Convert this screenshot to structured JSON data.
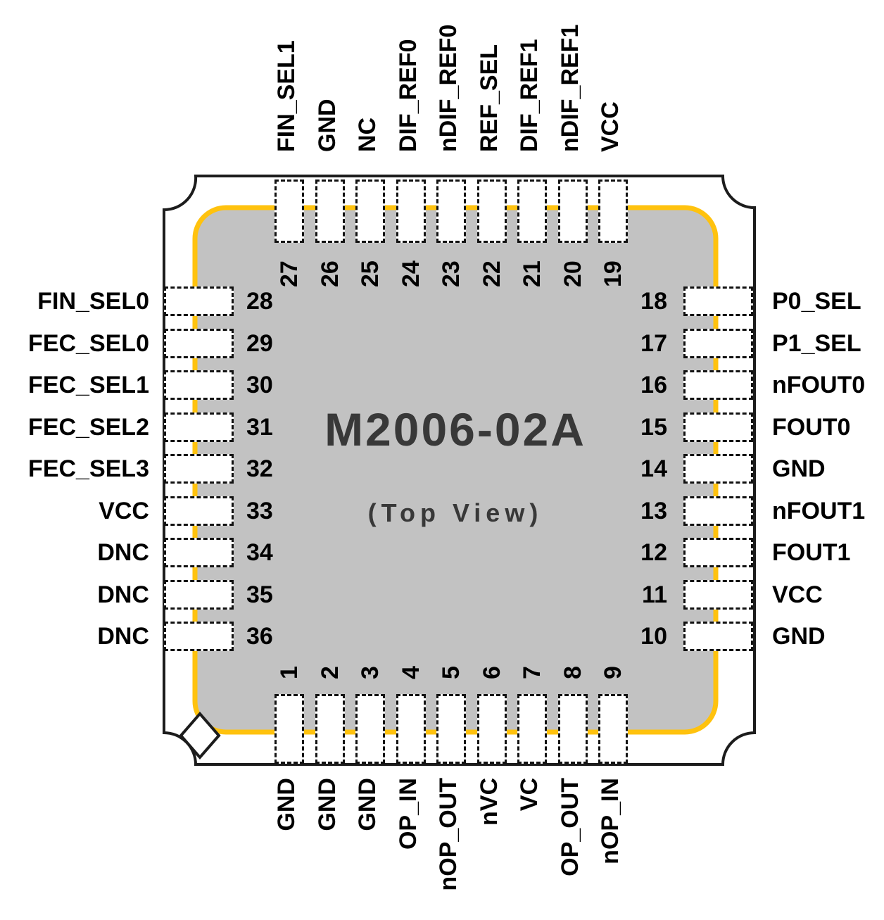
{
  "chip": {
    "title": "M2006-02A",
    "subtitle": "(Top View)"
  },
  "colors": {
    "package_fill": "#ffffff",
    "package_outline": "#1c1c1c",
    "die_fill": "#c2c2c2",
    "die_border": "#ffc20e",
    "pad_fill": "#ffffff",
    "pad_border": "#111111",
    "marker_fill": "#ffffff",
    "marker_border": "#1c1c1c",
    "pin_text": "#000000",
    "center_text": "#383838"
  },
  "pins": {
    "top": [
      {
        "num": "27",
        "label": "FIN_SEL1"
      },
      {
        "num": "26",
        "label": "GND"
      },
      {
        "num": "25",
        "label": "NC"
      },
      {
        "num": "24",
        "label": "DIF_REF0"
      },
      {
        "num": "23",
        "label": "nDIF_REF0"
      },
      {
        "num": "22",
        "label": "REF_SEL"
      },
      {
        "num": "21",
        "label": "DIF_REF1"
      },
      {
        "num": "20",
        "label": "nDIF_REF1"
      },
      {
        "num": "19",
        "label": "VCC"
      }
    ],
    "left": [
      {
        "num": "28",
        "label": "FIN_SEL0"
      },
      {
        "num": "29",
        "label": "FEC_SEL0"
      },
      {
        "num": "30",
        "label": "FEC_SEL1"
      },
      {
        "num": "31",
        "label": "FEC_SEL2"
      },
      {
        "num": "32",
        "label": "FEC_SEL3"
      },
      {
        "num": "33",
        "label": "VCC"
      },
      {
        "num": "34",
        "label": "DNC"
      },
      {
        "num": "35",
        "label": "DNC"
      },
      {
        "num": "36",
        "label": "DNC"
      }
    ],
    "right": [
      {
        "num": "18",
        "label": "P0_SEL"
      },
      {
        "num": "17",
        "label": "P1_SEL"
      },
      {
        "num": "16",
        "label": "nFOUT0"
      },
      {
        "num": "15",
        "label": "FOUT0"
      },
      {
        "num": "14",
        "label": "GND"
      },
      {
        "num": "13",
        "label": "nFOUT1"
      },
      {
        "num": "12",
        "label": "FOUT1"
      },
      {
        "num": "11",
        "label": "VCC"
      },
      {
        "num": "10",
        "label": "GND"
      }
    ],
    "bottom": [
      {
        "num": "1",
        "label": "GND"
      },
      {
        "num": "2",
        "label": "GND"
      },
      {
        "num": "3",
        "label": "GND"
      },
      {
        "num": "4",
        "label": "OP_IN"
      },
      {
        "num": "5",
        "label": "nOP_OUT"
      },
      {
        "num": "6",
        "label": "nVC"
      },
      {
        "num": "7",
        "label": "VC"
      },
      {
        "num": "8",
        "label": "OP_OUT"
      },
      {
        "num": "9",
        "label": "nOP_IN"
      }
    ]
  }
}
